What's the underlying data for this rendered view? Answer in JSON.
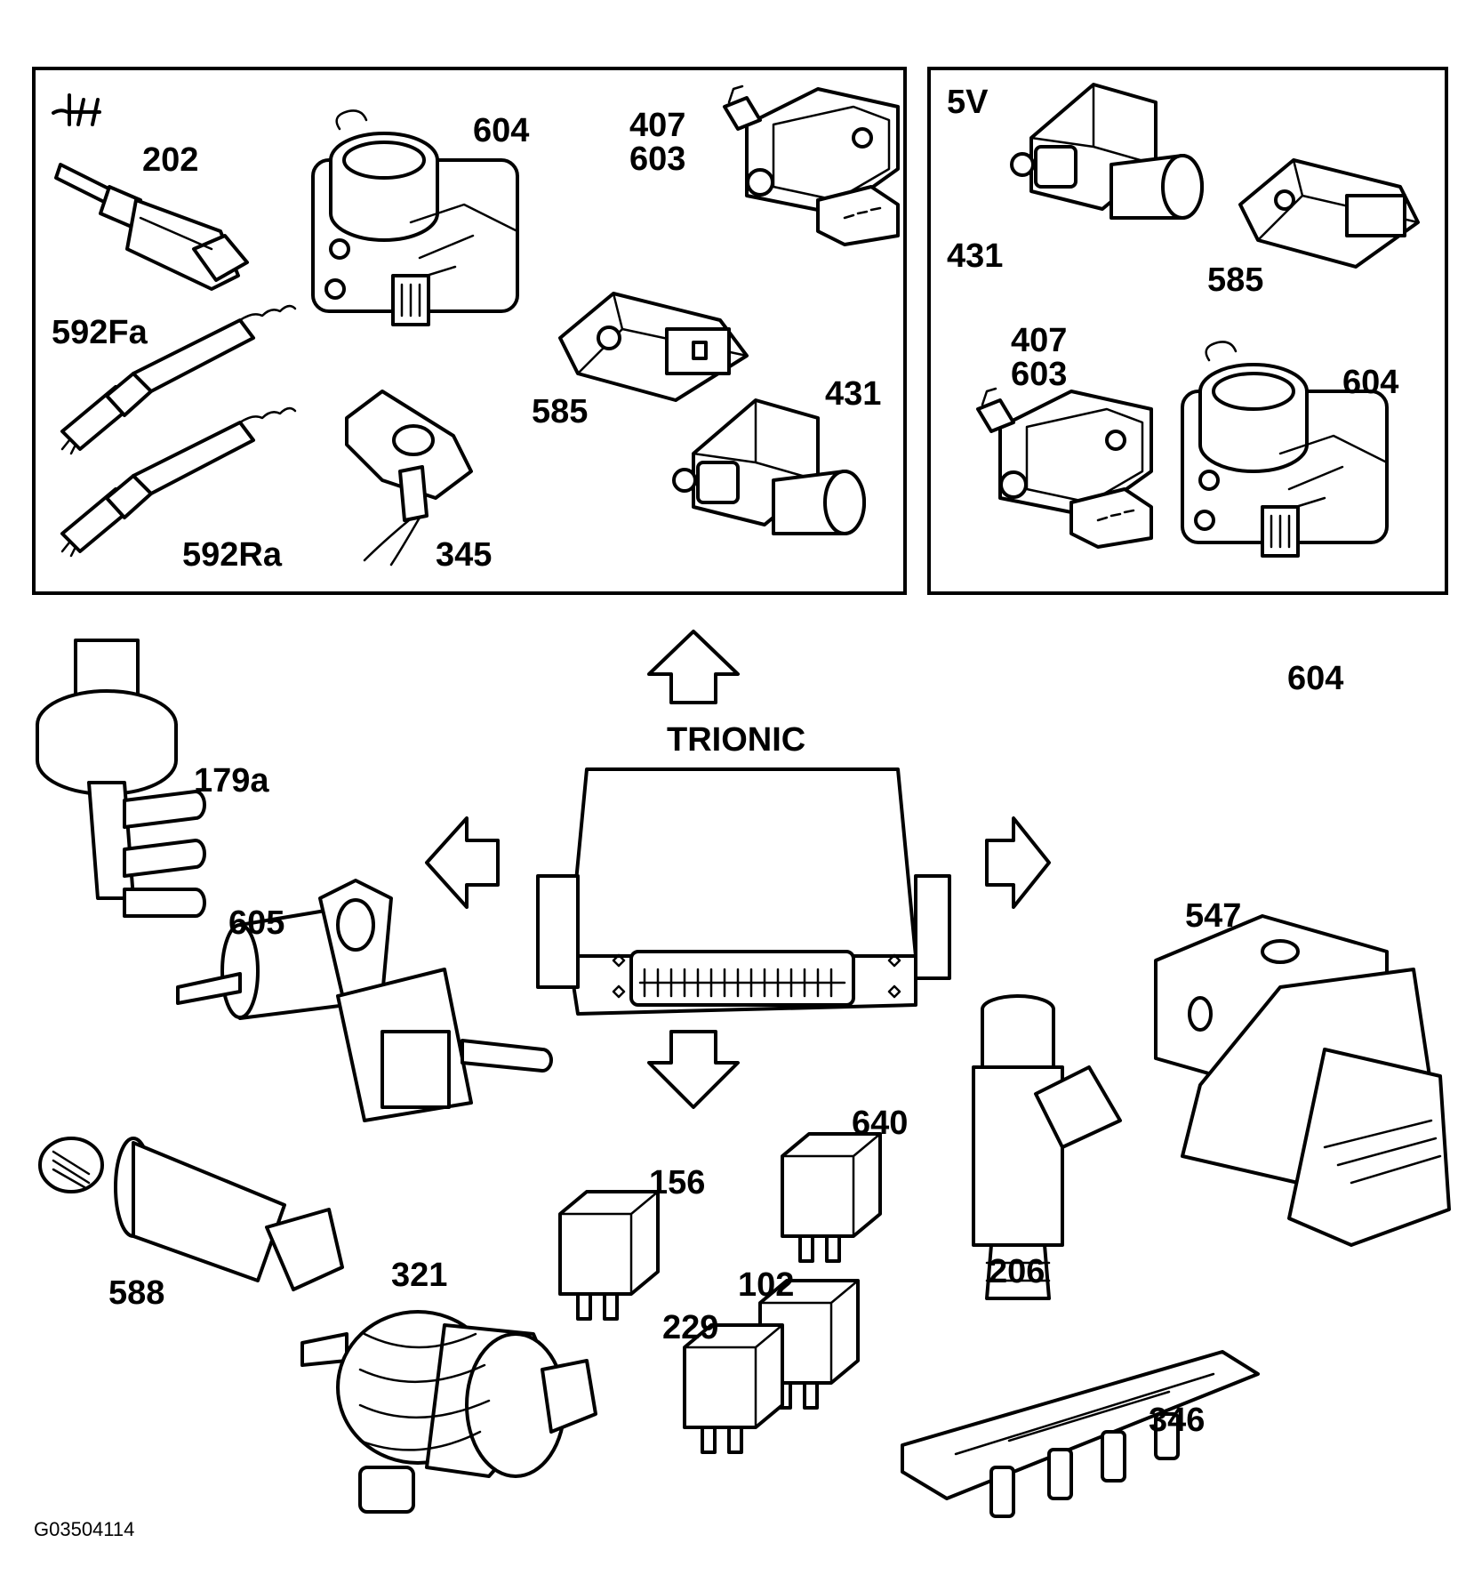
{
  "panels": {
    "ground": {
      "symbol": "⏚"
    },
    "five_volt": {
      "label": "5V"
    }
  },
  "ecu": {
    "label": "TRIONIC"
  },
  "parts": {
    "p202": "202",
    "p604a": "604",
    "p407a": "407",
    "p603a": "603",
    "p592fa": "592Fa",
    "p592ra": "592Ra",
    "p345": "345",
    "p585a": "585",
    "p431a": "431",
    "p431b": "431",
    "p585b": "585",
    "p407b": "407",
    "p603b": "603",
    "p604b": "604",
    "p604c": "604",
    "p179a": "179a",
    "p605": "605",
    "p547": "547",
    "p206": "206",
    "p588": "588",
    "p321": "321",
    "p156": "156",
    "p640": "640",
    "p229": "229",
    "p102": "102",
    "p346": "346"
  },
  "figure_id": "G03504114"
}
